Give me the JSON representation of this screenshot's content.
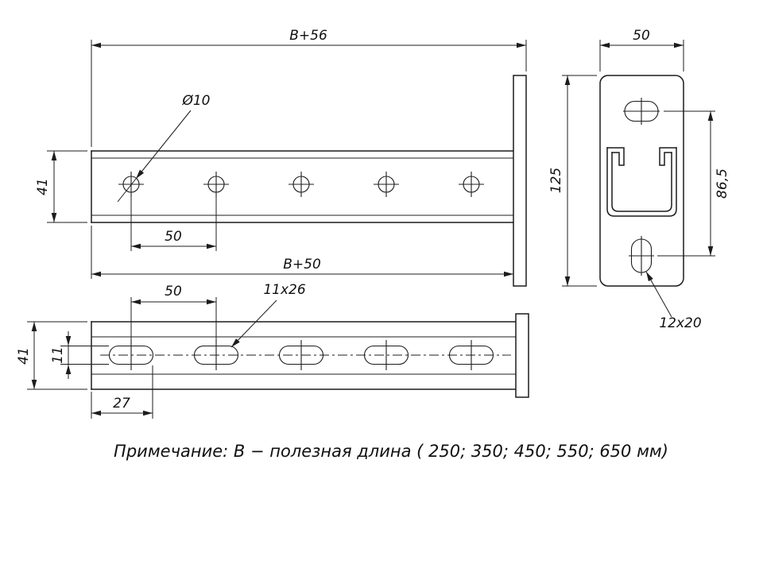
{
  "drawing": {
    "note": "Примечание: В − полезная длина ( 250; 350; 450; 550; 650 мм)",
    "side_view": {
      "total_length": "В+56",
      "hole_diameter": "Ø10",
      "profile_height": "41",
      "hole_spacing": "50",
      "body_length": "В+50"
    },
    "end_plate_view": {
      "plate_width": "50",
      "plate_height": "125",
      "slot_distance": "86,5",
      "slot_size": "12x20"
    },
    "plan_view": {
      "slot_spacing": "50",
      "slot_size": "11x26",
      "profile_width": "41",
      "slot_width": "11",
      "first_slot_offset": "27"
    }
  }
}
